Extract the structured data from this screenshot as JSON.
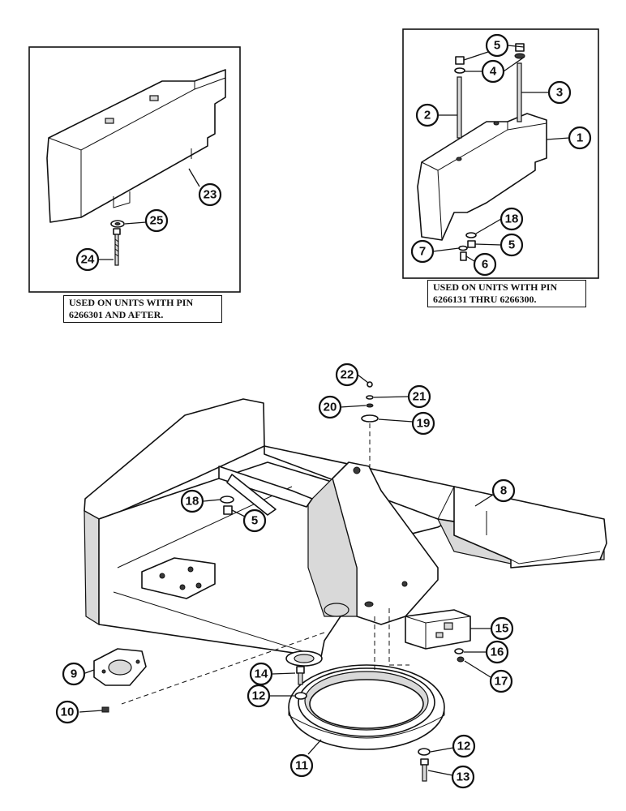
{
  "captions": {
    "left": "USED ON UNITS WITH PIN\n6266301 AND AFTER.",
    "right": "USED ON UNITS WITH PIN\n6266131 THRU 6266300."
  },
  "callouts": [
    {
      "id": "c1",
      "label": "1"
    },
    {
      "id": "c2",
      "label": "2"
    },
    {
      "id": "c3",
      "label": "3"
    },
    {
      "id": "c4",
      "label": "4"
    },
    {
      "id": "c5a",
      "label": "5"
    },
    {
      "id": "c5b",
      "label": "5"
    },
    {
      "id": "c5c",
      "label": "5"
    },
    {
      "id": "c6",
      "label": "6"
    },
    {
      "id": "c7",
      "label": "7"
    },
    {
      "id": "c8",
      "label": "8"
    },
    {
      "id": "c9",
      "label": "9"
    },
    {
      "id": "c10",
      "label": "10"
    },
    {
      "id": "c11",
      "label": "11"
    },
    {
      "id": "c12a",
      "label": "12"
    },
    {
      "id": "c12b",
      "label": "12"
    },
    {
      "id": "c13",
      "label": "13"
    },
    {
      "id": "c14",
      "label": "14"
    },
    {
      "id": "c15",
      "label": "15"
    },
    {
      "id": "c16",
      "label": "16"
    },
    {
      "id": "c17",
      "label": "17"
    },
    {
      "id": "c18a",
      "label": "18"
    },
    {
      "id": "c18b",
      "label": "18"
    },
    {
      "id": "c19",
      "label": "19"
    },
    {
      "id": "c20",
      "label": "20"
    },
    {
      "id": "c21",
      "label": "21"
    },
    {
      "id": "c22",
      "label": "22"
    },
    {
      "id": "c23",
      "label": "23"
    },
    {
      "id": "c24",
      "label": "24"
    },
    {
      "id": "c25",
      "label": "25"
    }
  ]
}
